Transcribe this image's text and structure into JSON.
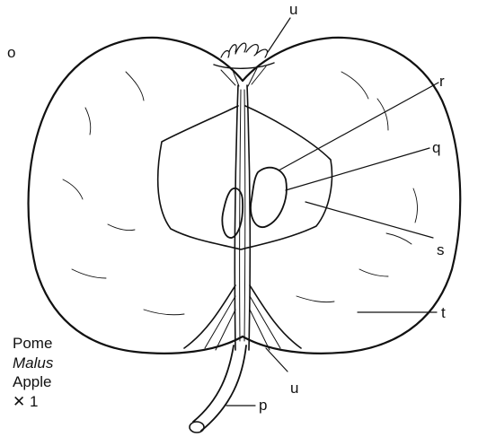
{
  "figure_id": "o",
  "labels": {
    "u_top": "u",
    "r": "r",
    "q": "q",
    "s": "s",
    "t": "t",
    "u_bottom": "u",
    "p": "p"
  },
  "caption": {
    "line1": "Pome",
    "line2": "Malus",
    "line3": "Apple",
    "line4": "✕ 1"
  }
}
